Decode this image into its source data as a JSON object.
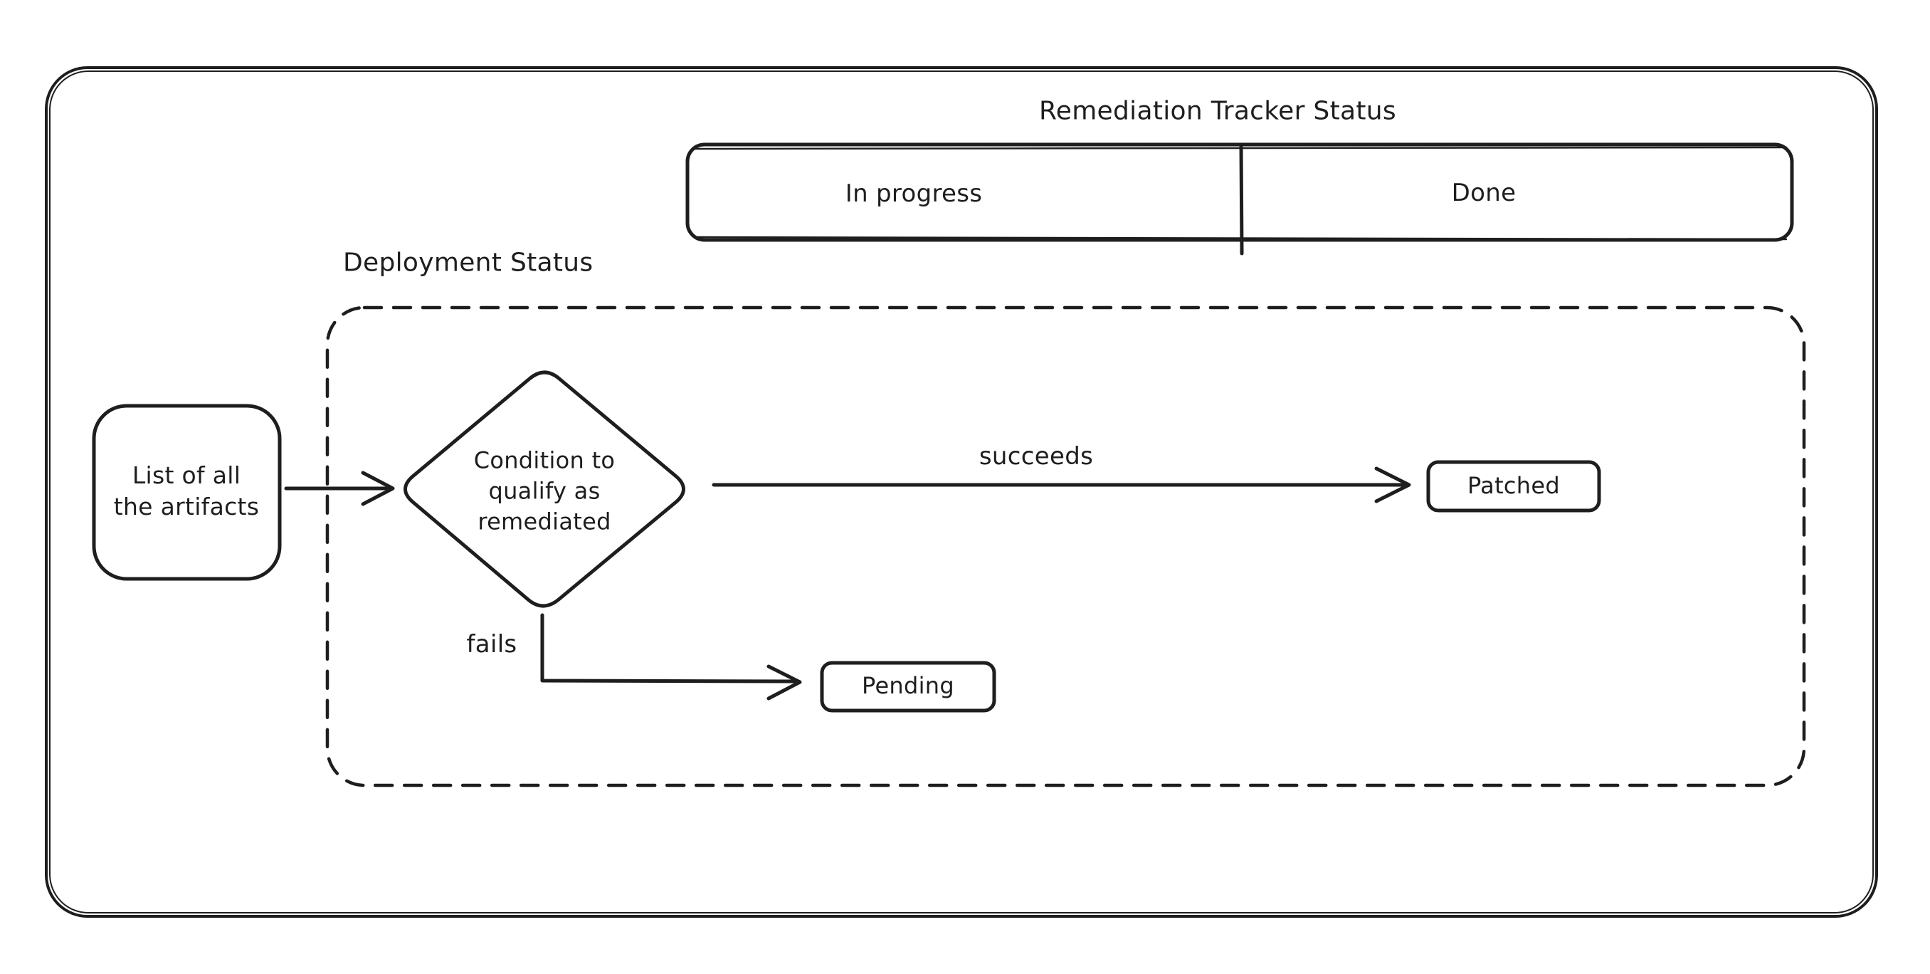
{
  "canvas": {
    "background": "#ffffff",
    "stroke_color": "#1e1e1e"
  },
  "tracker": {
    "title": "Remediation Tracker Status",
    "columns": [
      {
        "label": "In progress"
      },
      {
        "label": "Done"
      }
    ]
  },
  "deployment": {
    "label": "Deployment Status"
  },
  "nodes": {
    "artifacts": {
      "line1": "List of all",
      "line2": "the artifacts"
    },
    "condition": {
      "line1": "Condition to",
      "line2": "qualify as",
      "line3": "remediated"
    },
    "patched": {
      "label": "Patched"
    },
    "pending": {
      "label": "Pending"
    }
  },
  "edges": {
    "succeeds": {
      "label": "succeeds"
    },
    "fails": {
      "label": "fails"
    }
  }
}
